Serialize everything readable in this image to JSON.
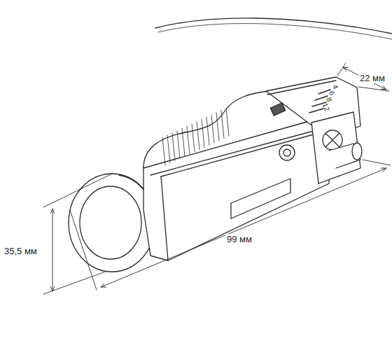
{
  "diagram": {
    "labels": [
      "22 мм",
      "35,5 мм",
      "99 мм",
      "4",
      "6",
      "8",
      "12"
    ]
  }
}
